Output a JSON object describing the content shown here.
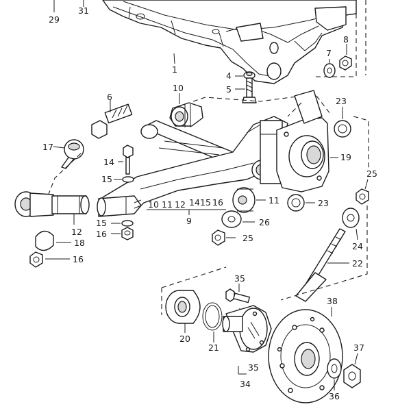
{
  "labels": {
    "l29": "29",
    "l31": "31",
    "l1": "1",
    "l8": "8",
    "l7": "7",
    "l4": "4",
    "l5": "5",
    "l10": "10",
    "l6": "6",
    "l23a": "23",
    "l17": "17",
    "l14": "14",
    "l15a": "15",
    "l19": "19",
    "l25a": "25",
    "l10b": "10",
    "l11b": "11",
    "l12b": "12",
    "l14b": "14",
    "l15b": "15",
    "l16b": "16",
    "l9": "9",
    "l11": "11",
    "l23b": "23",
    "l26": "26",
    "l12": "12",
    "l15c": "15",
    "l16a": "16",
    "l18": "18",
    "l16c": "16",
    "l25b": "25",
    "l24": "24",
    "l22": "22",
    "l35a": "35",
    "l38": "38",
    "l20": "20",
    "l21": "21",
    "l35b": "35",
    "l34": "34",
    "l37": "37",
    "l36": "36"
  }
}
